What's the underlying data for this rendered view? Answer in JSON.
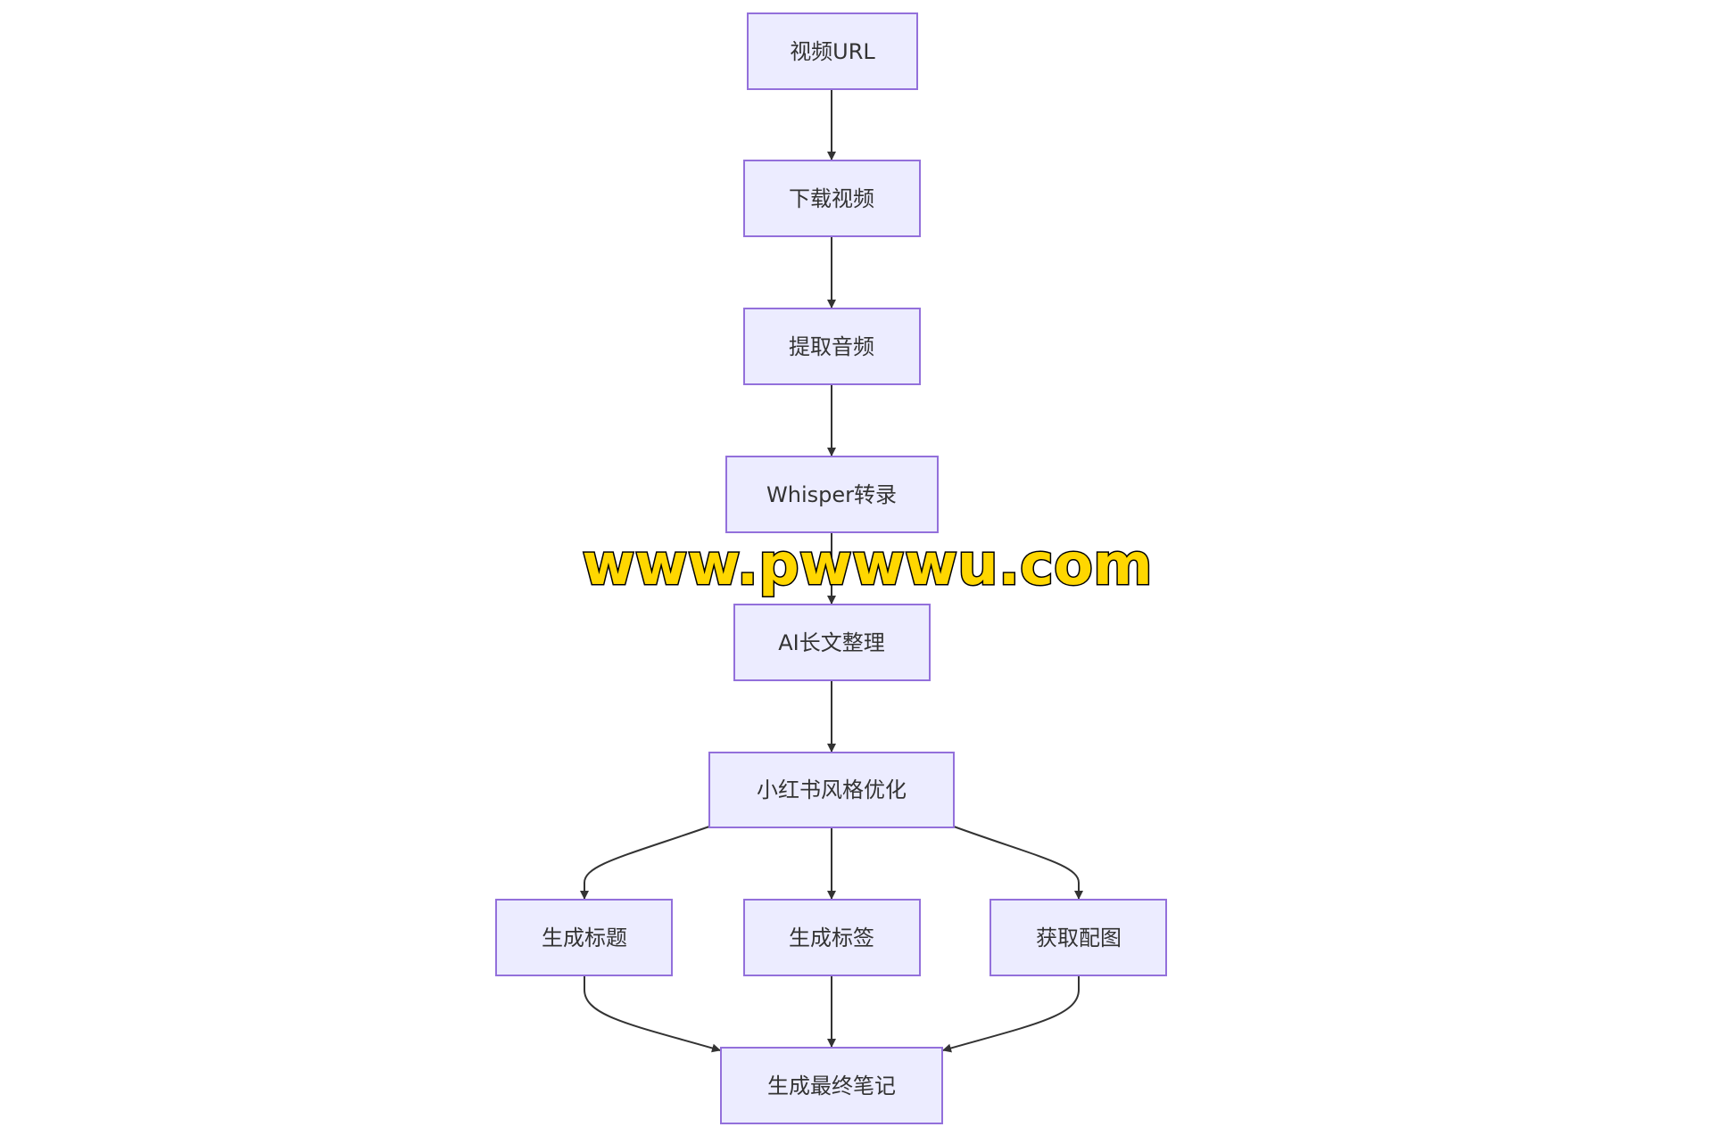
{
  "nodes": {
    "video_url": "视频URL",
    "download": "下载视频",
    "extract_audio": "提取音频",
    "whisper": "Whisper转录",
    "ai_organize": "AI长文整理",
    "xhs_style": "小红书风格优化",
    "gen_title": "生成标题",
    "gen_tags": "生成标签",
    "get_images": "获取配图",
    "final_note": "生成最终笔记"
  },
  "watermark": "www.pwwwu.com",
  "colors": {
    "node_fill": "#ECECFF",
    "node_stroke": "#9370DB",
    "edge": "#333333",
    "watermark": "#FFD700"
  }
}
